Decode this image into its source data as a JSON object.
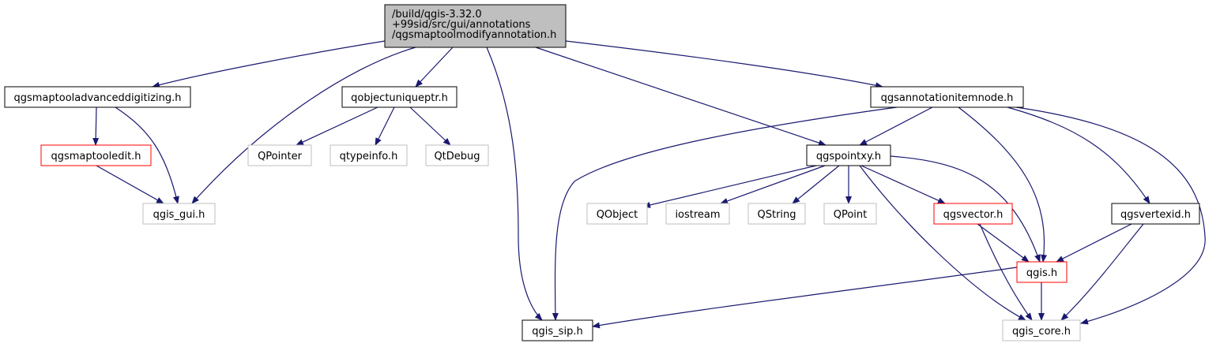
{
  "graph": {
    "colors": {
      "edge": "#191970",
      "box_main": "#000000",
      "box_red": "#ff0000",
      "box_gray": "#bfbfbf",
      "fill_main": "#bfbfbf",
      "fill": "#ffffff"
    },
    "nodes": [
      {
        "id": "root",
        "lines": [
          "/build/qgis-3.32.0",
          "+99sid/src/gui/annotations",
          "/qgsmaptoolmodifyannotation.h"
        ],
        "style": "root"
      },
      {
        "id": "qgsmaptooladvanceddigitizing_h",
        "lines": [
          "qgsmaptooladvanceddigitizing.h"
        ],
        "style": "black"
      },
      {
        "id": "qobjectuniqueptr_h",
        "lines": [
          "qobjectuniqueptr.h"
        ],
        "style": "black"
      },
      {
        "id": "qgsannotationitemnode_h",
        "lines": [
          "qgsannotationitemnode.h"
        ],
        "style": "black"
      },
      {
        "id": "qgsmaptooledit_h",
        "lines": [
          "qgsmaptooledit.h"
        ],
        "style": "red"
      },
      {
        "id": "qgis_gui_h",
        "lines": [
          "qgis_gui.h"
        ],
        "style": "gray"
      },
      {
        "id": "QPointer",
        "lines": [
          "QPointer"
        ],
        "style": "gray"
      },
      {
        "id": "qtypeinfo_h",
        "lines": [
          "qtypeinfo.h"
        ],
        "style": "gray"
      },
      {
        "id": "QtDebug",
        "lines": [
          "QtDebug"
        ],
        "style": "gray"
      },
      {
        "id": "qgspointxy_h",
        "lines": [
          "qgspointxy.h"
        ],
        "style": "black"
      },
      {
        "id": "QObject",
        "lines": [
          "QObject"
        ],
        "style": "gray"
      },
      {
        "id": "iostream",
        "lines": [
          "iostream"
        ],
        "style": "gray"
      },
      {
        "id": "QString",
        "lines": [
          "QString"
        ],
        "style": "gray"
      },
      {
        "id": "QPoint",
        "lines": [
          "QPoint"
        ],
        "style": "gray"
      },
      {
        "id": "qgsvector_h",
        "lines": [
          "qgsvector.h"
        ],
        "style": "red"
      },
      {
        "id": "qgsvertexid_h",
        "lines": [
          "qgsvertexid.h"
        ],
        "style": "black"
      },
      {
        "id": "qgis_h",
        "lines": [
          "qgis.h"
        ],
        "style": "red"
      },
      {
        "id": "qgis_sip_h",
        "lines": [
          "qgis_sip.h"
        ],
        "style": "black"
      },
      {
        "id": "qgis_core_h",
        "lines": [
          "qgis_core.h"
        ],
        "style": "gray"
      }
    ],
    "edges": [
      {
        "from": "root",
        "to": "qgsmaptooladvanceddigitizing_h"
      },
      {
        "from": "root",
        "to": "qgis_gui_h"
      },
      {
        "from": "root",
        "to": "qobjectuniqueptr_h"
      },
      {
        "from": "root",
        "to": "qgis_sip_h"
      },
      {
        "from": "root",
        "to": "qgspointxy_h"
      },
      {
        "from": "root",
        "to": "qgsannotationitemnode_h"
      },
      {
        "from": "qgsmaptooladvanceddigitizing_h",
        "to": "qgsmaptooledit_h"
      },
      {
        "from": "qgsmaptooladvanceddigitizing_h",
        "to": "qgis_gui_h"
      },
      {
        "from": "qgsmaptooledit_h",
        "to": "qgis_gui_h"
      },
      {
        "from": "qobjectuniqueptr_h",
        "to": "QPointer"
      },
      {
        "from": "qobjectuniqueptr_h",
        "to": "qtypeinfo_h"
      },
      {
        "from": "qobjectuniqueptr_h",
        "to": "QtDebug"
      },
      {
        "from": "qgsannotationitemnode_h",
        "to": "qgis_sip_h"
      },
      {
        "from": "qgsannotationitemnode_h",
        "to": "qgspointxy_h"
      },
      {
        "from": "qgsannotationitemnode_h",
        "to": "qgis_h"
      },
      {
        "from": "qgsannotationitemnode_h",
        "to": "qgsvertexid_h"
      },
      {
        "from": "qgsannotationitemnode_h",
        "to": "qgis_core_h"
      },
      {
        "from": "qgspointxy_h",
        "to": "QObject"
      },
      {
        "from": "qgspointxy_h",
        "to": "iostream"
      },
      {
        "from": "qgspointxy_h",
        "to": "QString"
      },
      {
        "from": "qgspointxy_h",
        "to": "QPoint"
      },
      {
        "from": "qgspointxy_h",
        "to": "qgsvector_h"
      },
      {
        "from": "qgspointxy_h",
        "to": "qgis_h"
      },
      {
        "from": "qgspointxy_h",
        "to": "qgis_core_h"
      },
      {
        "from": "qgsvector_h",
        "to": "qgis_h"
      },
      {
        "from": "qgsvector_h",
        "to": "qgis_core_h"
      },
      {
        "from": "qgsvertexid_h",
        "to": "qgis_h"
      },
      {
        "from": "qgsvertexid_h",
        "to": "qgis_core_h"
      },
      {
        "from": "qgis_h",
        "to": "qgis_sip_h"
      },
      {
        "from": "qgis_h",
        "to": "qgis_core_h"
      }
    ]
  }
}
